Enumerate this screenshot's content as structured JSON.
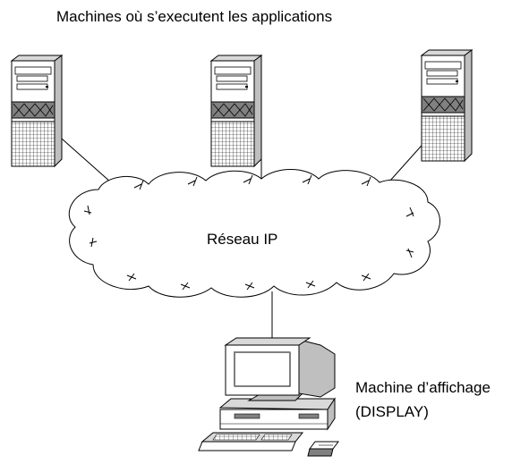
{
  "diagram": {
    "title": "Machines où s’executent les applications",
    "network_label": "Réseau IP",
    "display_label_line1": "Machine d’affichage",
    "display_label_line2": "(DISPLAY)",
    "colors": {
      "stroke": "#000000",
      "fill_light": "#ffffff",
      "fill_gray": "#bfbfbf",
      "fill_dark": "#808080"
    },
    "nodes": [
      {
        "id": "server-1",
        "icon": "server-tower-icon"
      },
      {
        "id": "server-2",
        "icon": "server-tower-icon"
      },
      {
        "id": "server-3",
        "icon": "server-tower-icon"
      },
      {
        "id": "network",
        "icon": "cloud-icon"
      },
      {
        "id": "display",
        "icon": "desktop-computer-icon"
      }
    ],
    "links": [
      {
        "from": "server-1",
        "to": "network"
      },
      {
        "from": "server-2",
        "to": "network"
      },
      {
        "from": "server-3",
        "to": "network"
      },
      {
        "from": "network",
        "to": "display"
      }
    ]
  }
}
